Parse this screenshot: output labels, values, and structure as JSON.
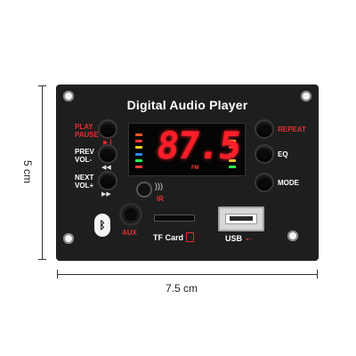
{
  "photo": {
    "dimensions": {
      "height_label": "5 cm",
      "width_label": "7.5 cm"
    },
    "board": {
      "title": "Digital Audio Player",
      "display": {
        "reading": "87.5",
        "band": "FM"
      },
      "left_buttons": [
        {
          "line1": "PLAY",
          "line2": "PAUSE",
          "icon": "play-pause-icon",
          "color": "#e03030"
        },
        {
          "line1": "PREV",
          "line2": "VOL-",
          "icon": "previous-track-icon",
          "color": "#ffffff"
        },
        {
          "line1": "NEXT",
          "line2": "VOL+",
          "icon": "next-track-icon",
          "color": "#ffffff"
        }
      ],
      "right_buttons": [
        {
          "label": "REPEAT",
          "color": "#e03030"
        },
        {
          "label": "EQ",
          "color": "#ffffff"
        },
        {
          "label": "MODE",
          "color": "#ffffff"
        }
      ],
      "ir_label": "IR",
      "aux_label": "AUX",
      "tf_label": "TF Card",
      "usb_label": "USB",
      "bluetooth_icon": "bluetooth-icon",
      "colors": {
        "board": "#1e1e1e",
        "segment_red": "#ff1e2a",
        "label_red": "#e03030"
      }
    }
  }
}
